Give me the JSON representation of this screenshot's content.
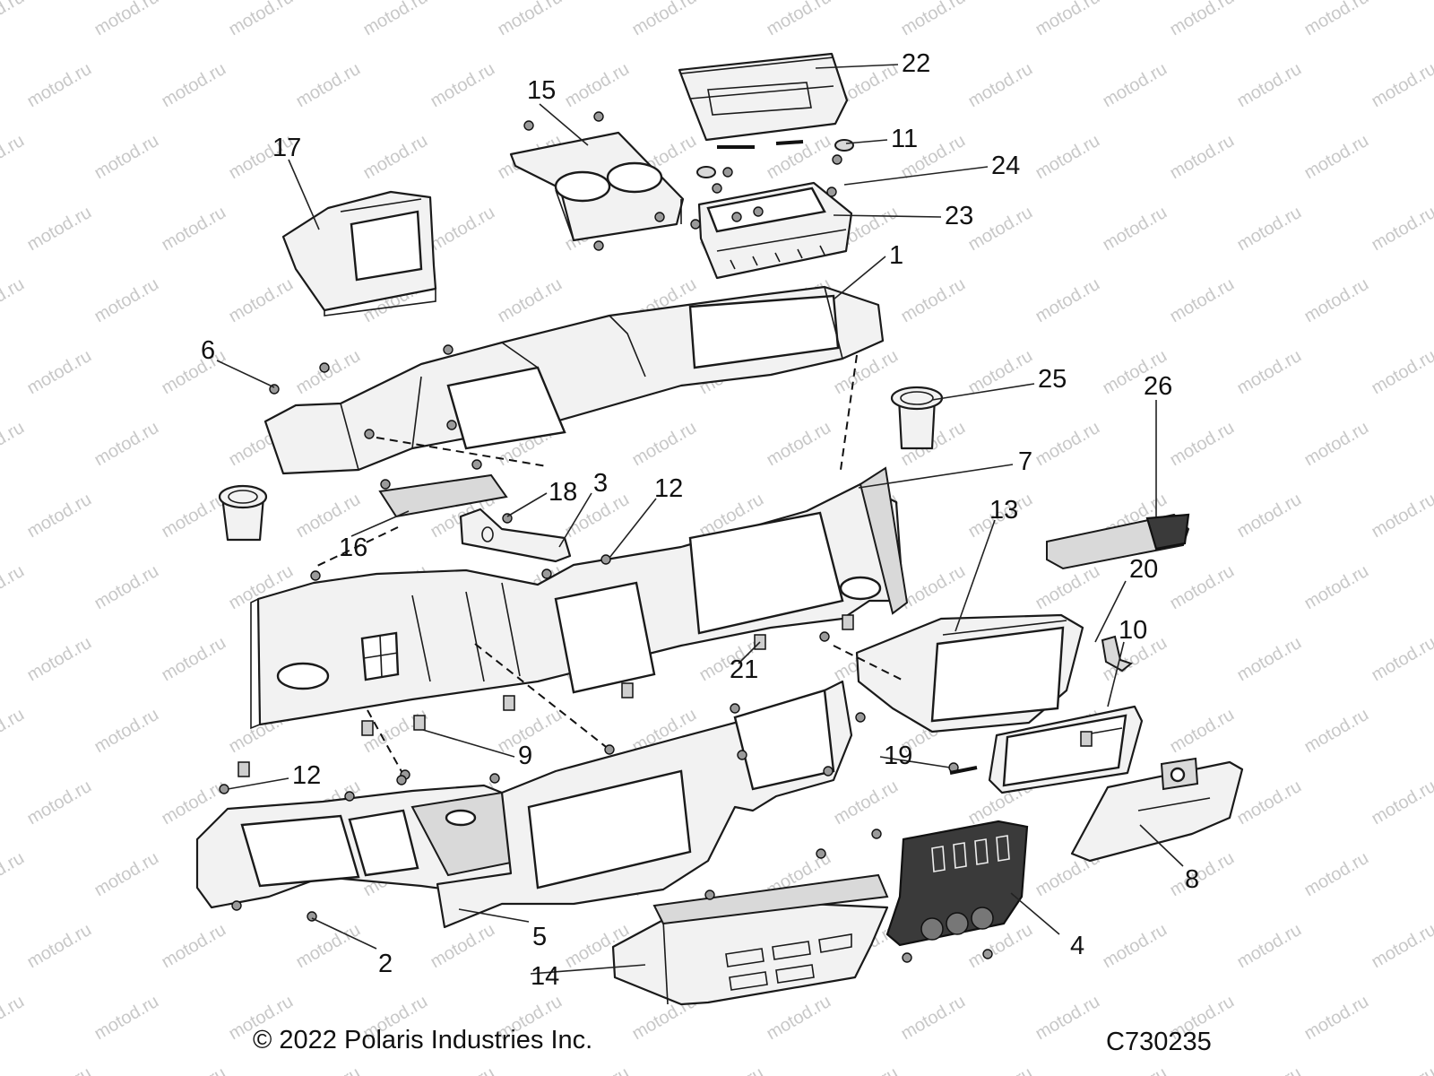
{
  "callouts": [
    {
      "label": "1"
    },
    {
      "label": "2"
    },
    {
      "label": "3"
    },
    {
      "label": "4"
    },
    {
      "label": "5"
    },
    {
      "label": "6"
    },
    {
      "label": "7"
    },
    {
      "label": "8"
    },
    {
      "label": "9"
    },
    {
      "label": "10"
    },
    {
      "label": "11"
    },
    {
      "label": "12"
    },
    {
      "label": "12"
    },
    {
      "label": "13"
    },
    {
      "label": "14"
    },
    {
      "label": "15"
    },
    {
      "label": "16"
    },
    {
      "label": "17"
    },
    {
      "label": "18"
    },
    {
      "label": "19"
    },
    {
      "label": "20"
    },
    {
      "label": "21"
    },
    {
      "label": "22"
    },
    {
      "label": "23"
    },
    {
      "label": "24"
    },
    {
      "label": "25"
    },
    {
      "label": "26"
    }
  ],
  "watermark": {
    "text": "motod.ru"
  },
  "footer": {
    "copyright": "© 2022 Polaris Industries Inc.",
    "drawing_id": "C730235"
  }
}
